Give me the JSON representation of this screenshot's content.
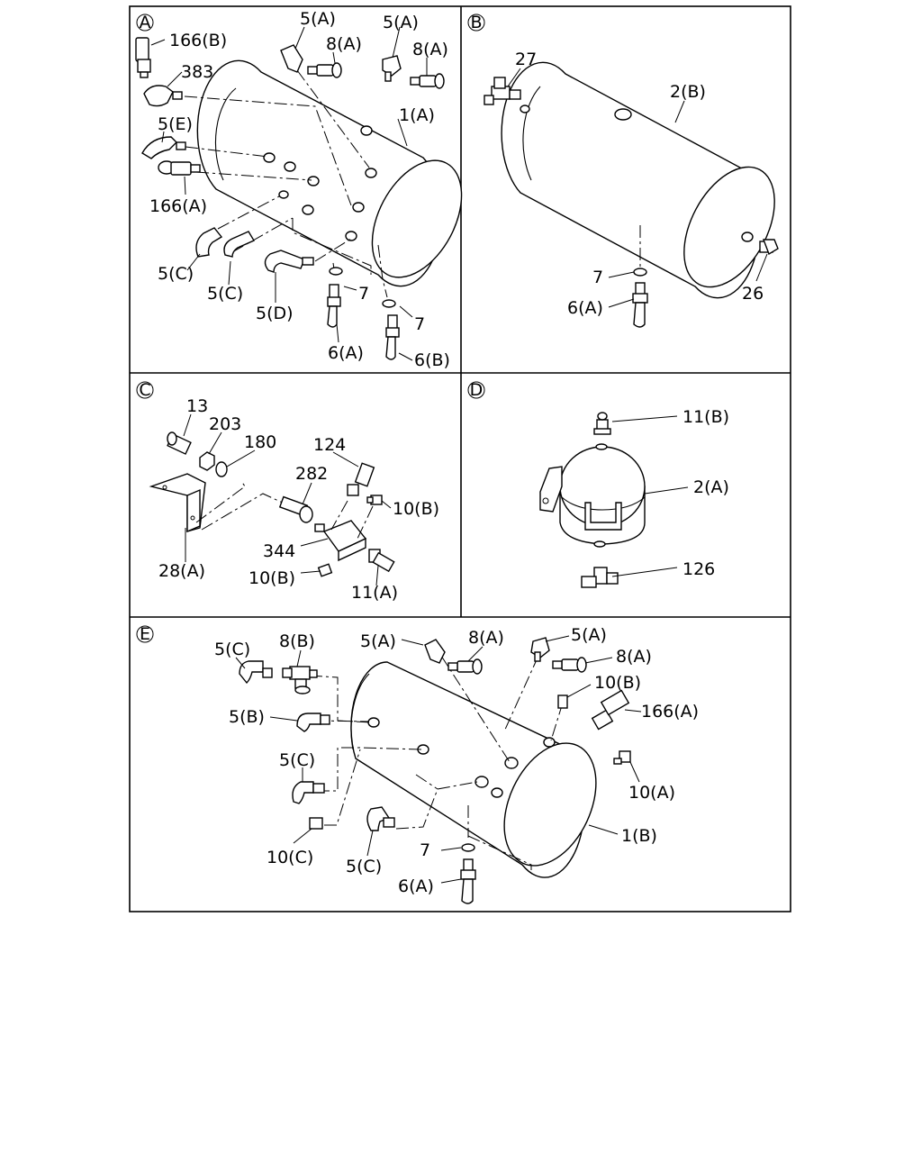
{
  "panels": {
    "A": {
      "badge": "A",
      "labels": {
        "p166b": "166(B)",
        "p383": "383",
        "p5e": "5(E)",
        "p166a": "166(A)",
        "p5c_1": "5(C)",
        "p5c_2": "5(C)",
        "p5d": "5(D)",
        "p5a_1": "5(A)",
        "p5a_2": "5(A)",
        "p8a_1": "8(A)",
        "p8a_2": "8(A)",
        "p1a": "1(A)",
        "p7_1": "7",
        "p7_2": "7",
        "p6a": "6(A)",
        "p6b": "6(B)"
      }
    },
    "B": {
      "badge": "B",
      "labels": {
        "p27": "27",
        "p2b": "2(B)",
        "p7": "7",
        "p6a": "6(A)",
        "p26": "26"
      }
    },
    "C": {
      "badge": "C",
      "labels": {
        "p13": "13",
        "p203": "203",
        "p180": "180",
        "p124": "124",
        "p282": "282",
        "p10b_1": "10(B)",
        "p344": "344",
        "p28a": "28(A)",
        "p10b_2": "10(B)",
        "p11a": "11(A)"
      }
    },
    "D": {
      "badge": "D",
      "labels": {
        "p11b": "11(B)",
        "p2a": "2(A)",
        "p126": "126"
      }
    },
    "E": {
      "badge": "E",
      "labels": {
        "p5c_1": "5(C)",
        "p8b": "8(B)",
        "p5a_1": "5(A)",
        "p8a_1": "8(A)",
        "p5a_2": "5(A)",
        "p8a_2": "8(A)",
        "p10b": "10(B)",
        "p166a": "166(A)",
        "p5b": "5(B)",
        "p5c_2": "5(C)",
        "p10a": "10(A)",
        "p10c": "10(C)",
        "p5c_3": "5(C)",
        "p7": "7",
        "p1b": "1(B)",
        "p6a": "6(A)"
      }
    }
  }
}
